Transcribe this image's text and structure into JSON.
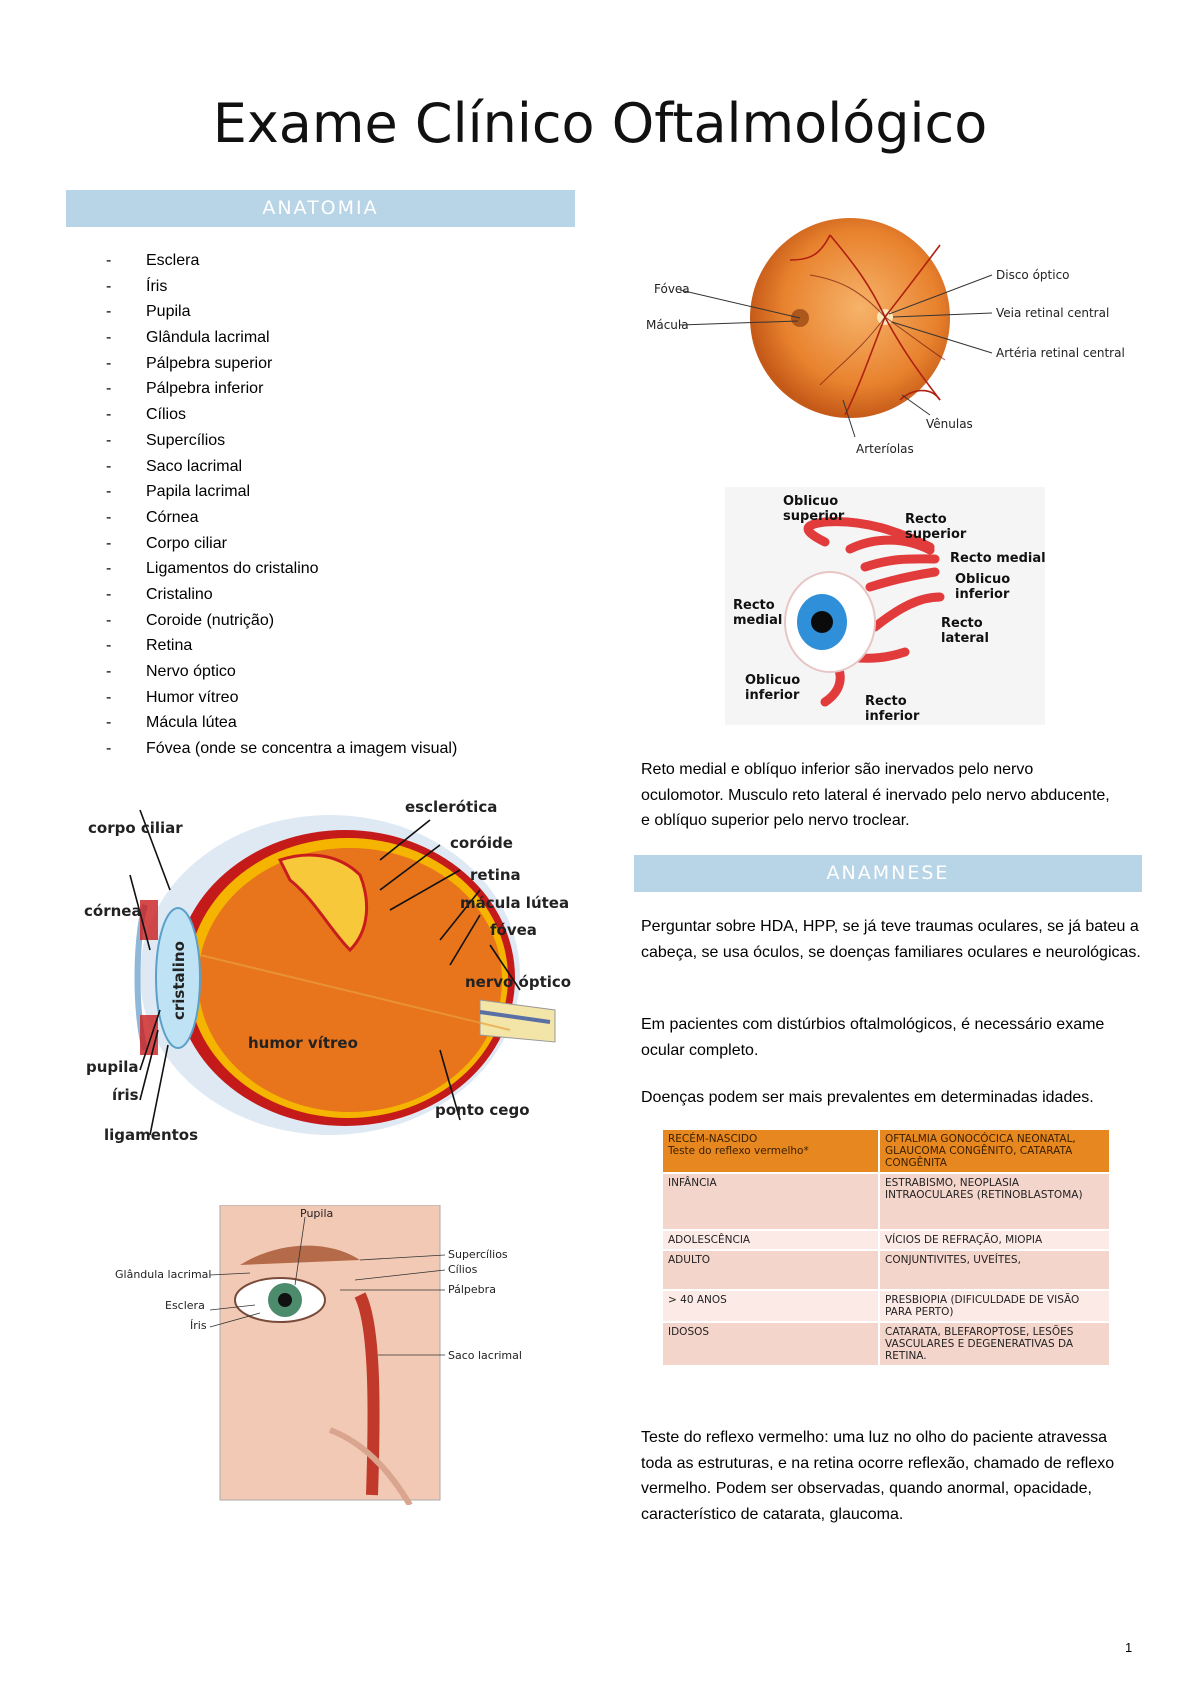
{
  "title": "Exame Clínico Oftalmológico",
  "sections": {
    "anatomy": "ANATOMIA",
    "anamnese": "ANAMNESE"
  },
  "anatomy_list": [
    "Esclera",
    "Íris",
    "Pupila",
    "Glândula lacrimal",
    "Pálpebra superior",
    "Pálpebra inferior",
    "Cílios",
    "Supercílios",
    "Saco lacrimal",
    "Papila lacrimal",
    "Córnea",
    "Corpo ciliar",
    "Ligamentos do cristalino",
    "Cristalino",
    "Coroide (nutrição)",
    "Retina",
    "Nervo óptico",
    "Humor vítreo",
    "Mácula lútea",
    "Fóvea (onde se concentra a imagem visual)"
  ],
  "fundus_labels": {
    "fovea": "Fóvea",
    "macula": "Mácula",
    "disc": "Disco óptico",
    "vein": "Veia retinal central",
    "artery": "Artéria retinal central",
    "venules": "Vênulas",
    "arterioles": "Arteríolas"
  },
  "muscle_labels": {
    "obl_sup_1": "Oblicuo",
    "obl_sup_2": "superior",
    "rec_sup_1": "Recto",
    "rec_sup_2": "superior",
    "rec_med_r": "Recto medial",
    "obl_inf_r1": "Oblicuo",
    "obl_inf_r2": "inferior",
    "rec_med_l1": "Recto",
    "rec_med_l2": "medial",
    "rec_lat_1": "Recto",
    "rec_lat_2": "lateral",
    "obl_inf_l1": "Oblicuo",
    "obl_inf_l2": "inferior",
    "rec_inf_1": "Recto",
    "rec_inf_2": "inferior"
  },
  "muscle_text": "Reto medial e oblíquo inferior são inervados pelo nervo oculomotor. Musculo reto lateral é inervado pelo nervo abducente, e oblíquo superior pelo nervo troclear.",
  "eye_section_labels": {
    "esclerotica": "esclerótica",
    "coroide": "coróide",
    "retina": "retina",
    "macula": "mácula lútea",
    "fovea": "fóvea",
    "nervo": "nervo óptico",
    "ponto": "ponto cego",
    "corpo": "corpo ciliar",
    "cornea": "córnea",
    "cristalino": "cristalino",
    "humor": "humor vítreo",
    "pupila": "pupila",
    "iris": "íris",
    "ligamentos": "ligamentos"
  },
  "face_labels": {
    "pupila": "Pupila",
    "glandula": "Glândula lacrimal",
    "esclera": "Esclera",
    "iris": "Íris",
    "supercilios": "Supercílios",
    "cilios": "Cílios",
    "palpebra": "Pálpebra",
    "saco": "Saco lacrimal"
  },
  "anamnese": {
    "p1": "Perguntar sobre HDA, HPP, se já teve traumas oculares, se já bateu a cabeça, se usa óculos, se doenças familiares oculares e neurológicas.",
    "p2": "Em pacientes com distúrbios oftalmológicos, é necessário exame ocular completo.",
    "p3": "Doenças podem ser mais prevalentes em determinadas idades."
  },
  "age_table": {
    "header": [
      "RECÉM-NASCIDO\nTeste do reflexo vermelho*",
      "OFTALMIA GONOCÓCICA NEONATAL, GLAUCOMA CONGÊNITO, CATARATA CONGÊNITA"
    ],
    "rows": [
      [
        "INFÂNCIA",
        "ESTRABISMO, NEOPLASIA INTRAOCULARES (RETINOBLASTOMA)"
      ],
      [
        "ADOLESCÊNCIA",
        "VÍCIOS DE REFRAÇÃO, MIOPIA"
      ],
      [
        "ADULTO",
        "CONJUNTIVITES, UVEÍTES,"
      ],
      [
        "> 40 ANOS",
        "PRESBIOPIA (DIFICULDADE DE VISÃO PARA PERTO)"
      ],
      [
        "IDOSOS",
        "CATARATA, BLEFAROPTOSE, LESÕES VASCULARES E DEGENERATIVAS DA RETINA."
      ]
    ]
  },
  "reflex_text": "Teste do reflexo vermelho: uma luz no olho do paciente atravessa toda as estruturas, e na retina ocorre reflexão, chamado de reflexo vermelho. Podem ser observadas, quando anormal, opacidade, característico de catarata, glaucoma.",
  "page_number": "1",
  "colors": {
    "band": "#b8d4e7",
    "table_header": "#e7871f",
    "table_row": "#f4d5cc"
  }
}
